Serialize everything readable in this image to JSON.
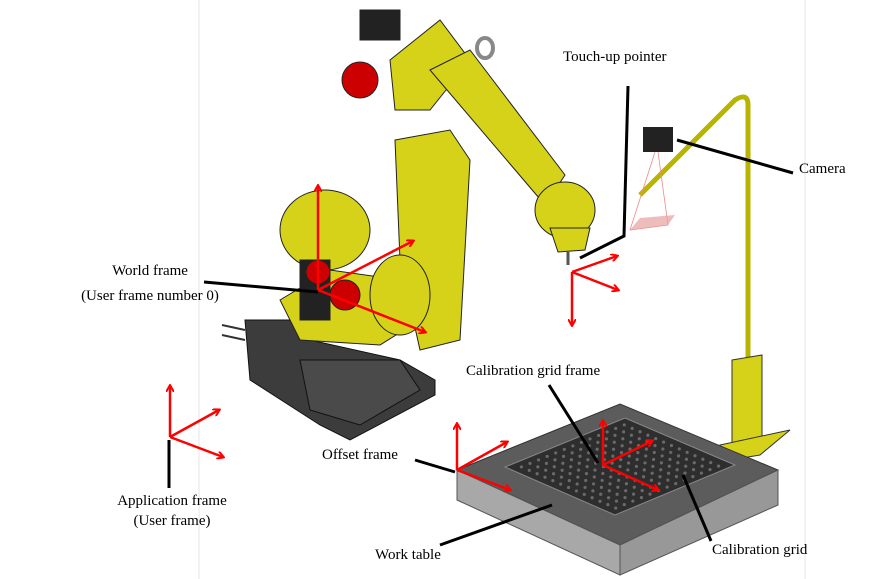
{
  "labels": {
    "touch_up_pointer": "Touch-up pointer",
    "camera": "Camera",
    "world_frame": "World frame",
    "world_frame_sub": "(User frame number 0)",
    "calibration_grid_frame": "Calibration grid frame",
    "offset_frame": "Offset frame",
    "application_frame": "Application frame",
    "application_frame_sub": "(User frame)",
    "work_table": "Work table",
    "calibration_grid": "Calibration grid"
  },
  "colors": {
    "robot": "#d6d21a",
    "frame_arrow": "#ff0000",
    "base": "#3a3a3a",
    "table": "#8a8a8a",
    "leader": "#000000"
  }
}
